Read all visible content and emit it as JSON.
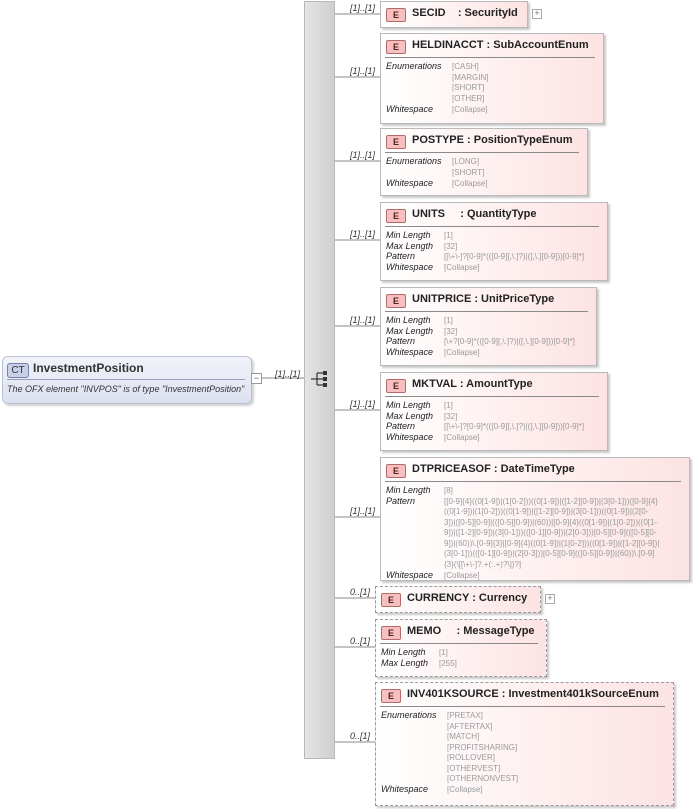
{
  "complex_type": {
    "badge": "CT",
    "name": "InvestmentPosition",
    "documentation": "The OFX element \"INVPOS\" is of type \"InvestmentPosition\"",
    "collapse_symbol": "−",
    "occurrence": "[1]..[1]"
  },
  "elements": [
    {
      "badge": "E",
      "title": "SECID    : SecurityId",
      "occurrence": "[1]..[1]",
      "optional": false,
      "expandable": true,
      "facets": []
    },
    {
      "badge": "E",
      "title": "HELDINACCT : SubAccountEnum",
      "occurrence": "[1]..[1]",
      "optional": false,
      "expandable": false,
      "facets": [
        {
          "label": "Enumerations",
          "values": [
            "[CASH]",
            "[MARGIN]",
            "[SHORT]",
            "[OTHER]"
          ]
        },
        {
          "label": "Whitespace",
          "values": [
            "[Collapse]"
          ]
        }
      ]
    },
    {
      "badge": "E",
      "title": "POSTYPE : PositionTypeEnum",
      "occurrence": "[1]..[1]",
      "optional": false,
      "expandable": false,
      "facets": [
        {
          "label": "Enumerations",
          "values": [
            "[LONG]",
            "[SHORT]"
          ]
        },
        {
          "label": "Whitespace",
          "values": [
            "[Collapse]"
          ]
        }
      ]
    },
    {
      "badge": "E",
      "title": "UNITS     : QuantityType",
      "occurrence": "[1]..[1]",
      "optional": false,
      "expandable": false,
      "facets": [
        {
          "label": "Min Length",
          "values": [
            "[1]"
          ]
        },
        {
          "label": "Max Length",
          "values": [
            "[32]"
          ]
        },
        {
          "label": "Pattern",
          "values": [
            "[[\\+\\-]?[0-9]*(([0-9][,\\.]?)|([,\\.][0-9]))[0-9]*]"
          ]
        },
        {
          "label": "Whitespace",
          "values": [
            "[Collapse]"
          ]
        }
      ]
    },
    {
      "badge": "E",
      "title": "UNITPRICE : UnitPriceType",
      "occurrence": "[1]..[1]",
      "optional": false,
      "expandable": false,
      "facets": [
        {
          "label": "Min Length",
          "values": [
            "[1]"
          ]
        },
        {
          "label": "Max Length",
          "values": [
            "[32]"
          ]
        },
        {
          "label": "Pattern",
          "values": [
            "[\\+?[0-9]*(([0-9][,\\.]?)|([,\\.][0-9]))[0-9]*]"
          ]
        },
        {
          "label": "Whitespace",
          "values": [
            "[Collapse]"
          ]
        }
      ]
    },
    {
      "badge": "E",
      "title": "MKTVAL : AmountType",
      "occurrence": "[1]..[1]",
      "optional": false,
      "expandable": false,
      "facets": [
        {
          "label": "Min Length",
          "values": [
            "[1]"
          ]
        },
        {
          "label": "Max Length",
          "values": [
            "[32]"
          ]
        },
        {
          "label": "Pattern",
          "values": [
            "[[\\+\\-]?[0-9]*(([0-9][,\\.]?)|([,\\.][0-9]))[0-9]*]"
          ]
        },
        {
          "label": "Whitespace",
          "values": [
            "[Collapse]"
          ]
        }
      ]
    },
    {
      "badge": "E",
      "title": "DTPRICEASOF : DateTimeType",
      "occurrence": "[1]..[1]",
      "optional": false,
      "expandable": false,
      "facets": [
        {
          "label": "Min Length",
          "values": [
            "[8]"
          ]
        },
        {
          "label": "Pattern",
          "values": [
            "[[0-9]{4}((0[1-9])|(1[0-2]))((0[1-9])|([1-2][0-9])|(3[0-1]))([0-9]{4}",
            "((0[1-9])|(1[0-2]))((0[1-9])|([1-2][0-9])|(3[0-1]))((0[1-9])|(2[0-",
            "3])|([0-5][0-9]|(([0-5][0-9])|(60))|[0-9]{4}((0[1-9])|(1[0-2]))((0[1-",
            "9])|([1-2][0-9])|(3[0-1]))(([0-1][0-9])|(2[0-3]))[0-5][0-9](([0-5][0-",
            "9])|(60))\\.[0-9]{3}|[0-9]{4}((0[1-9])|(1[0-2]))((0[1-9])|([1-2][0-9])|",
            "(3[0-1]))(([0-1][0-9])|(2[0-3]))[0-5][0-9](([0-5][0-9])|(60))\\.[0-9]",
            "{3}(\\[[\\+\\-]?.+(:.+)?\\])?]"
          ]
        },
        {
          "label": "Whitespace",
          "values": [
            "[Collapse]"
          ]
        }
      ]
    },
    {
      "badge": "E",
      "title": "CURRENCY : Currency",
      "occurrence": "0..[1]",
      "optional": true,
      "expandable": true,
      "facets": []
    },
    {
      "badge": "E",
      "title": "MEMO     : MessageType",
      "occurrence": "0..[1]",
      "optional": true,
      "expandable": false,
      "facets": [
        {
          "label": "Min Length",
          "values": [
            "[1]"
          ]
        },
        {
          "label": "Max Length",
          "values": [
            "[255]"
          ]
        }
      ]
    },
    {
      "badge": "E",
      "title": "INV401KSOURCE : Investment401kSourceEnum",
      "occurrence": "0..[1]",
      "optional": true,
      "expandable": false,
      "facets": [
        {
          "label": "Enumerations",
          "values": [
            "[PRETAX]",
            "[AFTERTAX]",
            "[MATCH]",
            "[PROFITSHARING]",
            "[ROLLOVER]",
            "[OTHERVEST]",
            "[OTHERNONVEST]"
          ]
        },
        {
          "label": "Whitespace",
          "values": [
            "[Collapse]"
          ]
        }
      ]
    }
  ],
  "expand_symbol": "+",
  "colors": {
    "element_fill_end": "#fde3e3",
    "badge_fill": "#f7c0c0",
    "ct_fill": "#dde1ef",
    "value_text": "#9a9a9a"
  }
}
